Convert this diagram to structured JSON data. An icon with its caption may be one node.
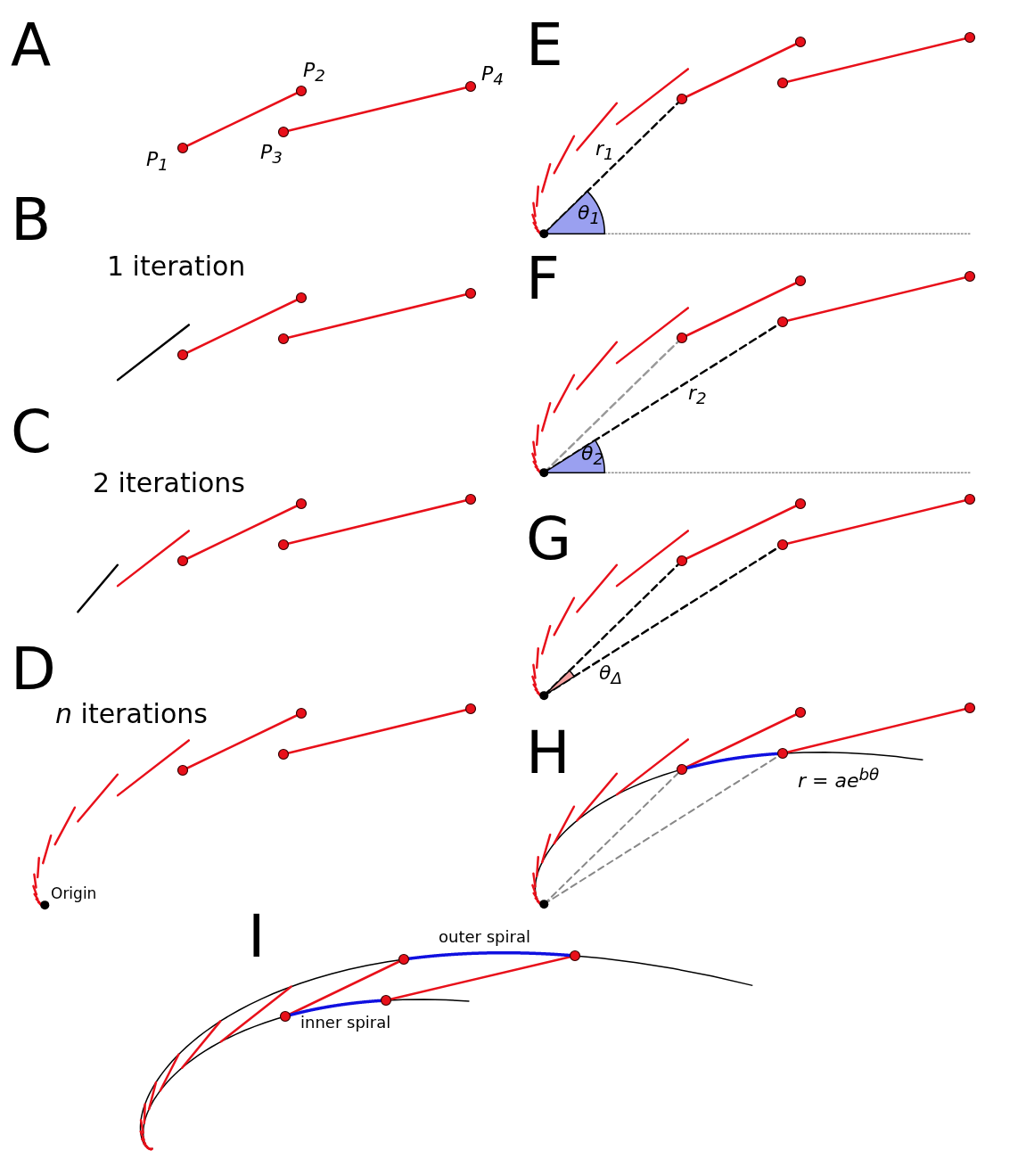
{
  "diagram": {
    "labels": [
      "A",
      "P$_{2}$",
      "P$_{4}$",
      "P$_{1}$",
      "P$_{3}$",
      "E",
      "r$_{1}$",
      "θ$_{1}$",
      "B",
      "1 iteration",
      "F",
      "r$_{2}$",
      "θ$_{2}$",
      "C",
      "2 iterations",
      "G",
      "θ$_{Δ}$",
      "D",
      "*n* iterations",
      "H",
      "r = ae$^{bθ}$",
      "Origin",
      "I",
      "outer spiral",
      "inner spiral"
    ]
  }
}
